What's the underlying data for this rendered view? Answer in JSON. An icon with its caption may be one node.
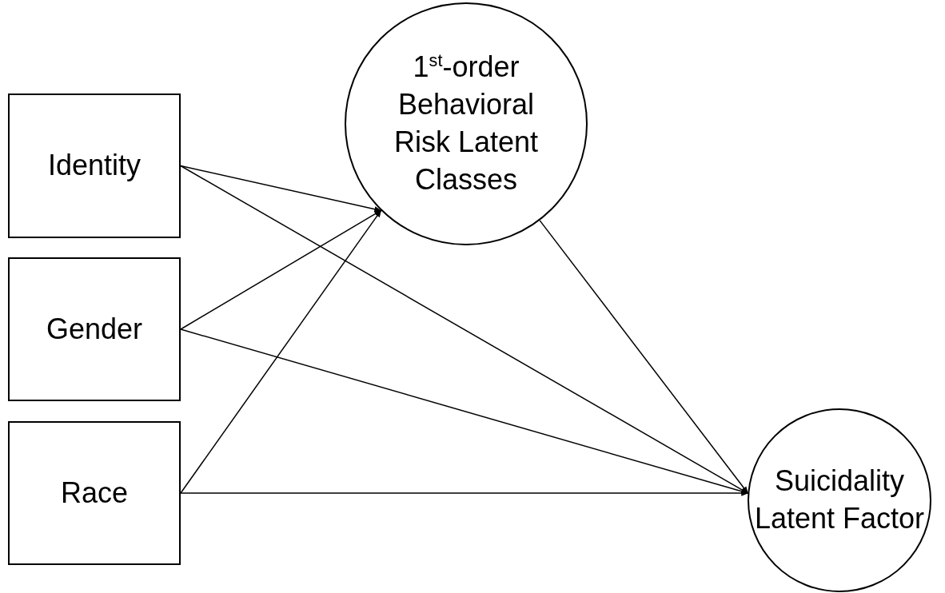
{
  "diagram": {
    "nodes": [
      {
        "text": [
          "Identity"
        ]
      },
      {
        "text": [
          "Gender"
        ]
      },
      {
        "text": [
          "Race"
        ]
      },
      {
        "text": [
          "1$^{st}$-order Behavioral Risk Latent Classes"
        ]
      },
      {
        "text": [
          "Suicidality Latent Factor"
        ]
      }
    ],
    "edges": [
      {
        "from": 0,
        "to": 3,
        "arrow": "to"
      },
      {
        "from": 0,
        "to": 4,
        "arrow": "to"
      },
      {
        "from": 1,
        "to": 3,
        "arrow": "to"
      },
      {
        "from": 1,
        "to": 4,
        "arrow": "to"
      },
      {
        "from": 2,
        "to": 3,
        "arrow": "to"
      },
      {
        "from": 2,
        "to": 4,
        "arrow": "to"
      },
      {
        "from": 3,
        "to": 4,
        "arrow": "to"
      }
    ]
  }
}
